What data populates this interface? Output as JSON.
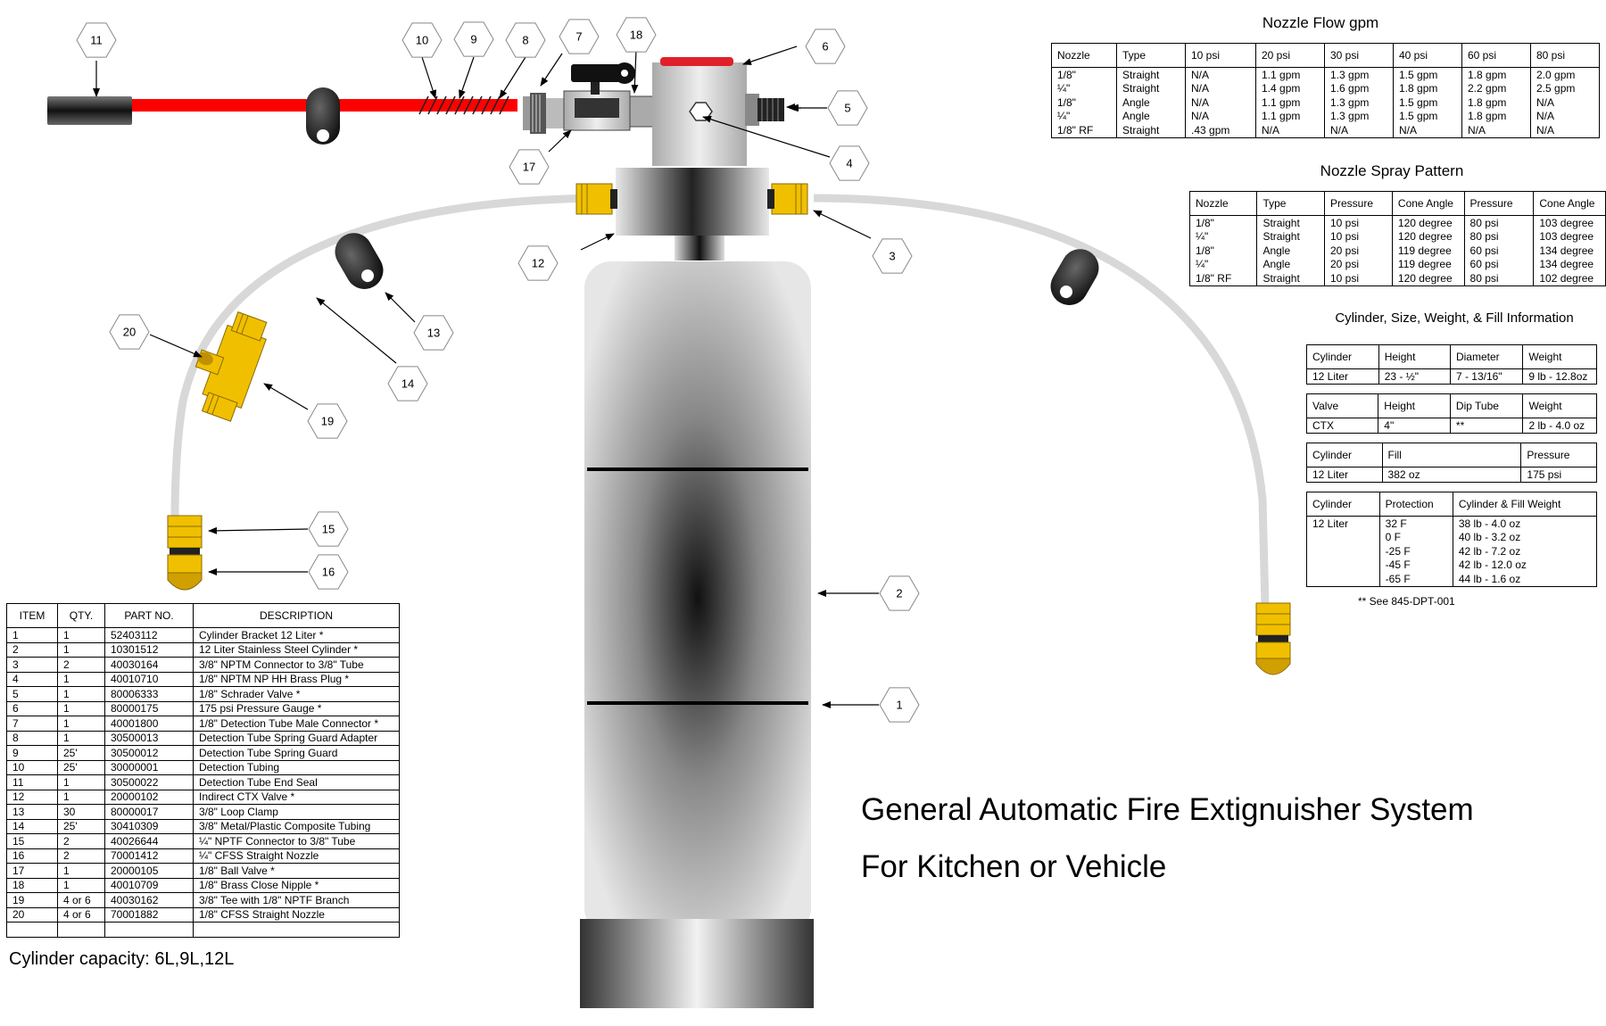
{
  "title": {
    "line1": "General Automatic Fire Extignuisher System",
    "line2": "For Kitchen or Vehicle"
  },
  "capacity_note": "Cylinder capacity: 6L,9L,12L",
  "callouts": [
    "1",
    "2",
    "3",
    "4",
    "5",
    "6",
    "7",
    "8",
    "9",
    "10",
    "11",
    "12",
    "13",
    "14",
    "15",
    "16",
    "17",
    "18",
    "19",
    "20"
  ],
  "parts_table": {
    "headers": [
      "ITEM",
      "QTY.",
      "PART NO.",
      "DESCRIPTION"
    ],
    "rows": [
      [
        "1",
        "1",
        "52403112",
        "Cylinder Bracket 12 Liter *"
      ],
      [
        "2",
        "1",
        "10301512",
        "12 Liter Stainless Steel Cylinder *"
      ],
      [
        "3",
        "2",
        "40030164",
        "3/8\" NPTM Connector to 3/8\" Tube"
      ],
      [
        "4",
        "1",
        "40010710",
        "1/8\" NPTM NP HH Brass Plug *"
      ],
      [
        "5",
        "1",
        "80006333",
        "1/8\" Schrader Valve *"
      ],
      [
        "6",
        "1",
        "80000175",
        "175 psi Pressure Gauge *"
      ],
      [
        "7",
        "1",
        "40001800",
        "1/8\" Detection Tube Male Connector *"
      ],
      [
        "8",
        "1",
        "30500013",
        "Detection Tube Spring Guard Adapter"
      ],
      [
        "9",
        "25'",
        "30500012",
        "Detection Tube Spring Guard"
      ],
      [
        "10",
        "25'",
        "30000001",
        "Detection Tubing"
      ],
      [
        "11",
        "1",
        "30500022",
        "Detection Tube End Seal"
      ],
      [
        "12",
        "1",
        "20000102",
        "Indirect CTX Valve *"
      ],
      [
        "13",
        "30",
        "80000017",
        "3/8\" Loop Clamp"
      ],
      [
        "14",
        "25'",
        "30410309",
        "3/8\" Metal/Plastic Composite Tubing"
      ],
      [
        "15",
        "2",
        "40026644",
        "¼\" NPTF Connector to 3/8\" Tube"
      ],
      [
        "16",
        "2",
        "70001412",
        "¼\" CFSS Straight Nozzle"
      ],
      [
        "17",
        "1",
        "20000105",
        "1/8\" Ball Valve *"
      ],
      [
        "18",
        "1",
        "40010709",
        "1/8\" Brass Close Nipple *"
      ],
      [
        "19",
        "4 or 6",
        "40030162",
        "3/8\" Tee with 1/8\" NPTF  Branch"
      ],
      [
        "20",
        "4 or 6",
        "70001882",
        "1/8\" CFSS Straight Nozzle"
      ],
      [
        "",
        "",
        "",
        ""
      ]
    ]
  },
  "nozzle_flow": {
    "caption": "Nozzle Flow gpm",
    "headers": [
      "Nozzle",
      "Type",
      "10 psi",
      "20 psi",
      "30 psi",
      "40 psi",
      "60 psi",
      "80 psi"
    ],
    "rows": [
      [
        "1/8\"",
        "Straight",
        "N/A",
        "1.1 gpm",
        "1.3 gpm",
        "1.5 gpm",
        "1.8 gpm",
        "2.0 gpm"
      ],
      [
        "¼\"",
        "Straight",
        "N/A",
        "1.4 gpm",
        "1.6 gpm",
        "1.8 gpm",
        "2.2 gpm",
        "2.5 gpm"
      ],
      [
        "1/8\"",
        "Angle",
        "N/A",
        "1.1 gpm",
        "1.3 gpm",
        "1.5 gpm",
        "1.8 gpm",
        "N/A"
      ],
      [
        "¼\"",
        "Angle",
        "N/A",
        "1.1 gpm",
        "1.3 gpm",
        "1.5 gpm",
        "1.8 gpm",
        "N/A"
      ],
      [
        "1/8\" RF",
        "Straight",
        ".43 gpm",
        "N/A",
        "N/A",
        "N/A",
        "N/A",
        "N/A"
      ]
    ]
  },
  "spray_pattern": {
    "caption": "Nozzle Spray Pattern",
    "headers": [
      "Nozzle",
      "Type",
      "Pressure",
      "Cone Angle",
      "Pressure",
      "Cone Angle"
    ],
    "rows": [
      [
        "1/8\"",
        "Straight",
        "10 psi",
        "120 degree",
        "80 psi",
        "103 degree"
      ],
      [
        "¼\"",
        "Straight",
        "10 psi",
        "120 degree",
        "80 psi",
        "103 degree"
      ],
      [
        "1/8\"",
        "Angle",
        "20 psi",
        "119 degree",
        "60 psi",
        "134 degree"
      ],
      [
        "¼\"",
        "Angle",
        "20 psi",
        "119 degree",
        "60 psi",
        "134 degree"
      ],
      [
        "1/8\" RF",
        "Straight",
        "10 psi",
        "120 degree",
        "80 psi",
        "102 degree"
      ]
    ]
  },
  "cylinder_info": {
    "caption": "Cylinder, Size, Weight, & Fill Information",
    "size": {
      "headers": [
        "Cylinder",
        "Height",
        "Diameter",
        "Weight"
      ],
      "row": [
        "12 Liter",
        "23 - ½\"",
        "7 - 13/16\"",
        "9 lb - 12.8oz"
      ]
    },
    "valve": {
      "headers": [
        "Valve",
        "Height",
        "Dip Tube",
        "Weight"
      ],
      "row": [
        "CTX",
        "4\"",
        "**",
        "2 lb - 4.0 oz"
      ]
    },
    "fill": {
      "headers": [
        "Cylinder",
        "Fill",
        "Pressure"
      ],
      "row": [
        "12 Liter",
        "382 oz",
        "175 psi"
      ]
    },
    "protection": {
      "headers": [
        "Cylinder",
        "Protection",
        "Cylinder & Fill Weight"
      ],
      "rows": [
        [
          "12 Liter",
          "32 F",
          "38 lb - 4.0 oz"
        ],
        [
          "",
          "0 F",
          "40 lb - 3.2 oz"
        ],
        [
          "",
          "-25 F",
          "42 lb - 7.2 oz"
        ],
        [
          "",
          "-45 F",
          "42 lb - 12.0 oz"
        ],
        [
          "",
          "-65 F",
          "44 lb - 1.6 oz"
        ]
      ]
    },
    "footnote": "** See 845-DPT-001"
  },
  "colors": {
    "detection_tube": "#ff0000",
    "brass": "#f0c000",
    "brass_dark": "#8a6a00",
    "tubing": "#d8d8d8",
    "gauge_red": "#e0202a"
  }
}
